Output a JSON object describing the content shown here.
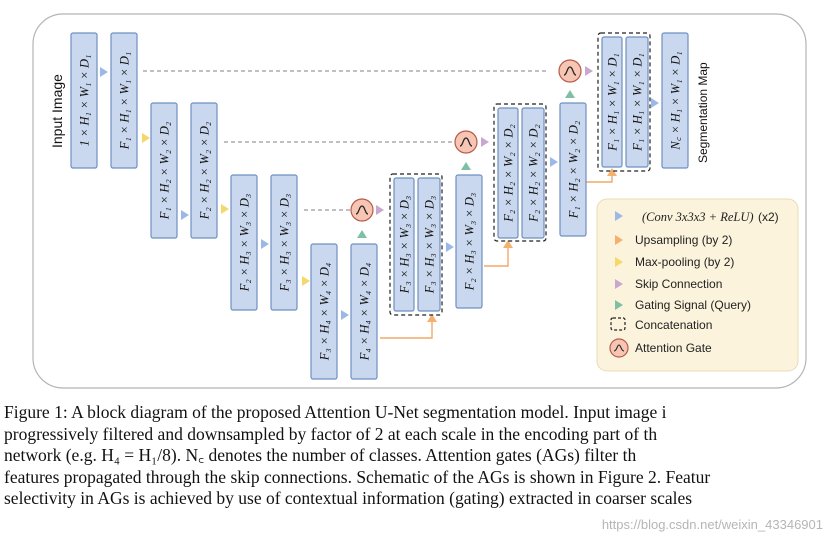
{
  "diagram": {
    "side_label": "Input Image",
    "output_label": "Segmentation Map",
    "blocks": [
      "1 × H₁ × W₁ × D₁",
      "F₁ × H₁ × W₁ × D₁",
      "F₁ × H₂ × W₂ × D₂",
      "F₂ × H₂ × W₂ × D₂",
      "F₂ × H₃ × W₃ × D₃",
      "F₃ × H₃ × W₃ × D₃",
      "F₃ × H₄ × W₄ × D₄",
      "F₄ × H₄ × W₄ × D₄",
      "F₃ × H₃ × W₃ × D₃",
      "F₃ × H₃ × W₃ × D₃",
      "F₂ × H₃ × W₃ × D₃",
      "F₂ × H₂ × W₂ × D₂",
      "F₂ × H₂ × W₂ × D₂",
      "F₁ × H₂ × W₂ × D₂",
      "F₁ × H₁ × W₁ × D₁",
      "F₁ × H₁ × W₁ × D₁",
      "N꜀ × H₁ × W₁ × D₁"
    ],
    "colors": {
      "block_fill": "#c9d8ee",
      "block_stroke": "#6e90c2",
      "conv_arrow": "#9bb8e6",
      "upsampling_arrow": "#f5b06e",
      "maxpool_arrow": "#f5d86a",
      "skip_arrow": "#c9a8cf",
      "gating_arrow": "#7fbfa3",
      "gate_fill": "#f6c5b3",
      "legend_bg": "#fbf3dc"
    }
  },
  "legend": {
    "items": [
      {
        "icon": "conv-arrow-icon",
        "label_italic": "(Conv 3x3x3 + ReLU)",
        "label": " (x2)"
      },
      {
        "icon": "upsampling-arrow-icon",
        "label": "Upsampling (by 2)"
      },
      {
        "icon": "maxpool-arrow-icon",
        "label": "Max-pooling (by 2)"
      },
      {
        "icon": "skip-arrow-icon",
        "label": "Skip Connection"
      },
      {
        "icon": "gating-arrow-icon",
        "label": "Gating Signal (Query)"
      },
      {
        "icon": "concatenation-box-icon",
        "label": "Concatenation"
      },
      {
        "icon": "attention-gate-icon",
        "label": "Attention Gate"
      }
    ]
  },
  "caption": {
    "lines": [
      "Figure 1: A block diagram of the proposed Attention U-Net segmentation model. Input image i",
      "progressively filtered and downsampled by factor of 2 at each scale in the encoding part of th",
      "network (e.g. H₄ = H₁/8).  N꜀ denotes the number of classes.  Attention gates (AGs) filter th",
      "features propagated through the skip connections. Schematic of the AGs is shown in Figure 2. Featur",
      "selectivity in AGs is achieved by use of contextual information (gating) extracted in coarser scales"
    ]
  },
  "watermark": "https://blog.csdn.net/weixin_43346901"
}
